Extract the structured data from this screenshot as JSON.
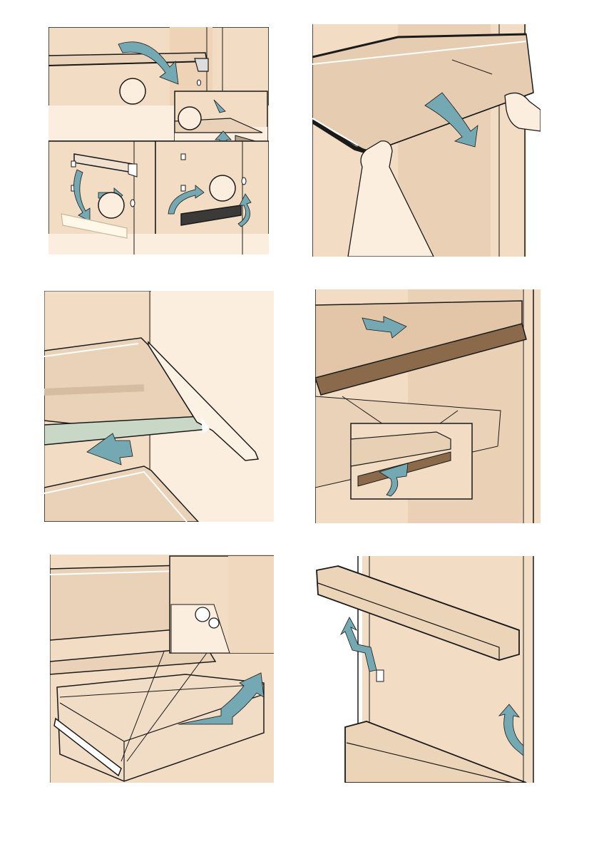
{
  "page": {
    "background": "#ffffff"
  },
  "colors": {
    "wall": "#f3dcc4",
    "wall_light": "#fbeede",
    "wall_dark": "#e8c8a6",
    "glass": "#e9d3bd",
    "arrow": "#74a9b3",
    "outline": "#1a1a1a",
    "rail_dark": "#6a5a4a",
    "green_glass": "#c9d8c6"
  },
  "figures": [
    {
      "name": "shelf-bracket-removal",
      "icons": [
        "arrow-icon",
        "callout-circle-icon",
        "detail-inset-icon"
      ]
    },
    {
      "name": "glass-shelf-removal",
      "icons": [
        "hand-icon",
        "arrow-icon"
      ]
    },
    {
      "name": "shelf-insertion",
      "icons": [
        "arrow-icon"
      ]
    },
    {
      "name": "shelf-clip-detail",
      "icons": [
        "arrow-icon",
        "detail-inset-icon"
      ]
    },
    {
      "name": "drawer-removal",
      "icons": [
        "arrow-icon",
        "detail-inset-icon"
      ]
    },
    {
      "name": "door-rack-removal",
      "icons": [
        "arrow-icon"
      ]
    }
  ]
}
